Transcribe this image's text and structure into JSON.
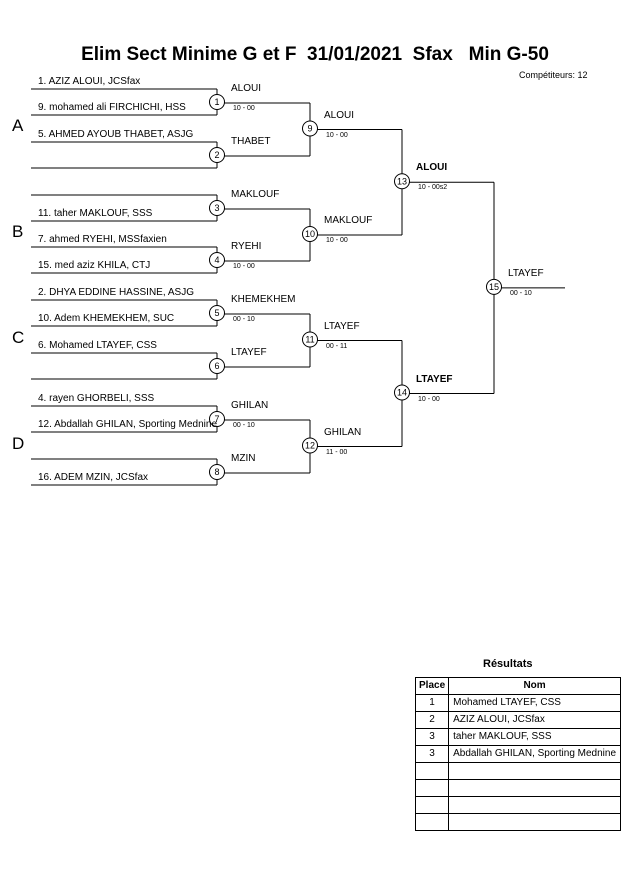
{
  "header": {
    "title": "Elim Sect Minime G et F  31/01/2021  Sfax   Min G-50",
    "competitors": "Compétiteurs: 12"
  },
  "groups": [
    "A",
    "B",
    "C",
    "D"
  ],
  "entries": [
    "1. AZIZ ALOUI, JCSfax",
    "9. mohamed ali FIRCHICHI, HSS",
    "5. AHMED AYOUB THABET, ASJG",
    "",
    "",
    "11. taher MAKLOUF, SSS",
    "7. ahmed RYEHI, MSSfaxien",
    "15. med aziz KHILA, CTJ",
    "2. DHYA EDDINE HASSINE, ASJG",
    "10. Adem KHEMEKHEM, SUC",
    "6. Mohamed LTAYEF, CSS",
    "",
    "4. rayen GHORBELI, SSS",
    "12. Abdallah GHILAN, Sporting Mednine",
    "",
    "16. ADEM MZIN, JCSfax"
  ],
  "matches": [
    {
      "num": "1",
      "winner": "ALOUI",
      "score": "10 - 00"
    },
    {
      "num": "2",
      "winner": "THABET",
      "score": ""
    },
    {
      "num": "3",
      "winner": "MAKLOUF",
      "score": ""
    },
    {
      "num": "4",
      "winner": "RYEHI",
      "score": "10 - 00"
    },
    {
      "num": "5",
      "winner": "KHEMEKHEM",
      "score": "00 - 10"
    },
    {
      "num": "6",
      "winner": "LTAYEF",
      "score": ""
    },
    {
      "num": "7",
      "winner": "GHILAN",
      "score": "00 - 10"
    },
    {
      "num": "8",
      "winner": "MZIN",
      "score": ""
    },
    {
      "num": "9",
      "winner": "ALOUI",
      "score": "10 - 00"
    },
    {
      "num": "10",
      "winner": "MAKLOUF",
      "score": "10 - 00"
    },
    {
      "num": "11",
      "winner": "LTAYEF",
      "score": "00 - 11"
    },
    {
      "num": "12",
      "winner": "GHILAN",
      "score": "11 - 00"
    },
    {
      "num": "13",
      "winner": "ALOUI",
      "score": "10 - 00s2"
    },
    {
      "num": "14",
      "winner": "LTAYEF",
      "score": "10 - 00"
    },
    {
      "num": "15",
      "winner": "LTAYEF",
      "score": "00 - 10"
    }
  ],
  "results": {
    "title": "Résultats",
    "headers": {
      "place": "Place",
      "name": "Nom"
    },
    "rows": [
      {
        "place": "1",
        "name": "Mohamed LTAYEF, CSS"
      },
      {
        "place": "2",
        "name": "AZIZ ALOUI, JCSfax"
      },
      {
        "place": "3",
        "name": "taher MAKLOUF, SSS"
      },
      {
        "place": "3",
        "name": "Abdallah GHILAN, Sporting Mednine"
      },
      {
        "place": "",
        "name": ""
      },
      {
        "place": "",
        "name": ""
      },
      {
        "place": "",
        "name": ""
      },
      {
        "place": "",
        "name": ""
      }
    ]
  }
}
